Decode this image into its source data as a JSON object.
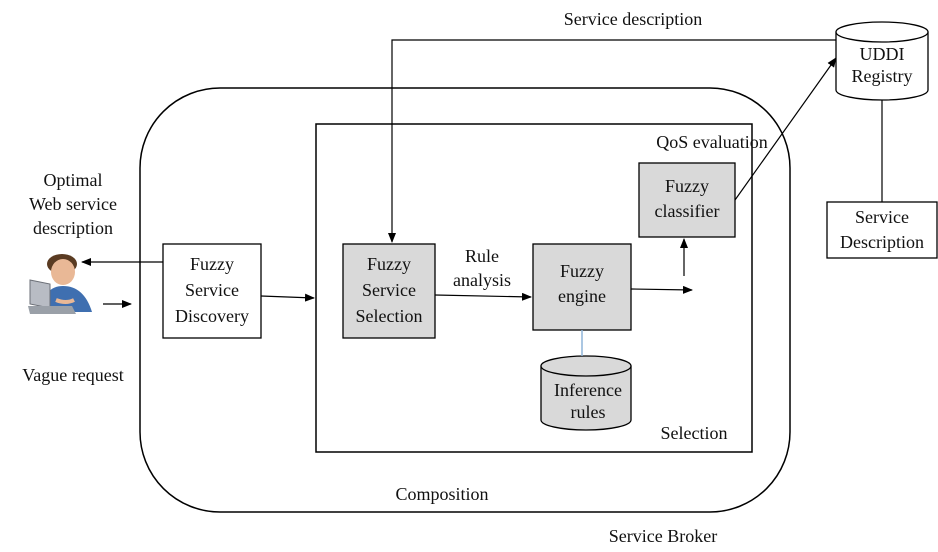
{
  "labels": {
    "service_description_top": "Service description",
    "optimal_line1": "Optimal",
    "optimal_line2": "Web service",
    "optimal_line3": "description",
    "vague_request": "Vague request",
    "qos_evaluation": "QoS evaluation",
    "rule_line1": "Rule",
    "rule_line2": "analysis",
    "selection": "Selection",
    "composition": "Composition",
    "service_broker": "Service Broker"
  },
  "boxes": {
    "fuzzy_discovery": [
      "Fuzzy",
      "Service",
      "Discovery"
    ],
    "fuzzy_selection": [
      "Fuzzy",
      "Service",
      "Selection"
    ],
    "fuzzy_engine": [
      "Fuzzy",
      "engine"
    ],
    "fuzzy_classifier": [
      "Fuzzy",
      "classifier"
    ],
    "service_description_right": [
      "Service",
      "Description"
    ]
  },
  "databases": {
    "uddi": [
      "UDDI",
      "Registry"
    ],
    "inference": [
      "Inference",
      "rules"
    ]
  },
  "colors": {
    "gray_fill": "#d9d9d9",
    "stroke": "#000000",
    "db_link": "#8fb4d9"
  },
  "icons": {
    "user": "user-at-laptop-icon"
  }
}
